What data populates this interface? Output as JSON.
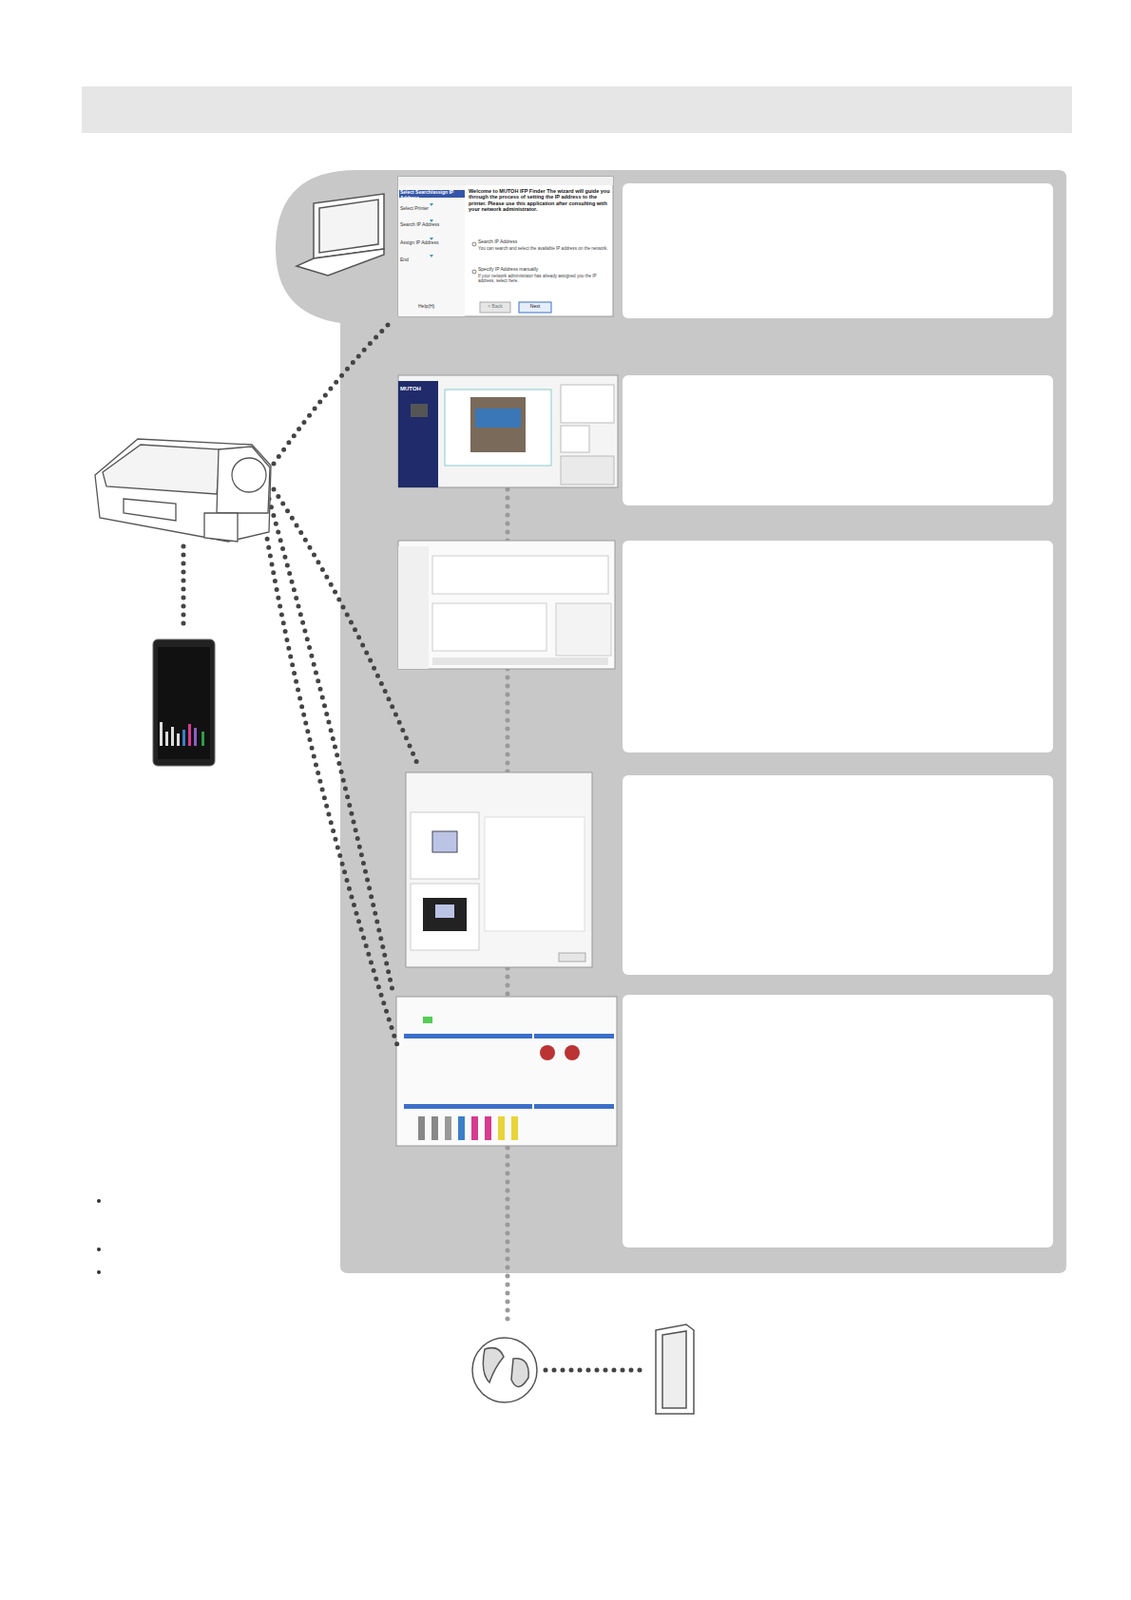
{
  "diagram": {
    "labels": [
      "Select Search/assign IP Address",
      "Select Printer",
      "Search IP Address",
      "Assign IP Address",
      "End",
      "Welcome to MUTOH IFP Finder The wizard will guide you through the process of setting the IP address to the printer. Please use this application after consulting with your network administrator.",
      "Search IP Address",
      "You can search and select the available IP address on the network.",
      "Specify IP Address manually",
      "If your network administrator has already assigned you the IP address, select here.",
      "Help(H)",
      "< Back",
      "Next",
      "MUTOH"
    ]
  }
}
